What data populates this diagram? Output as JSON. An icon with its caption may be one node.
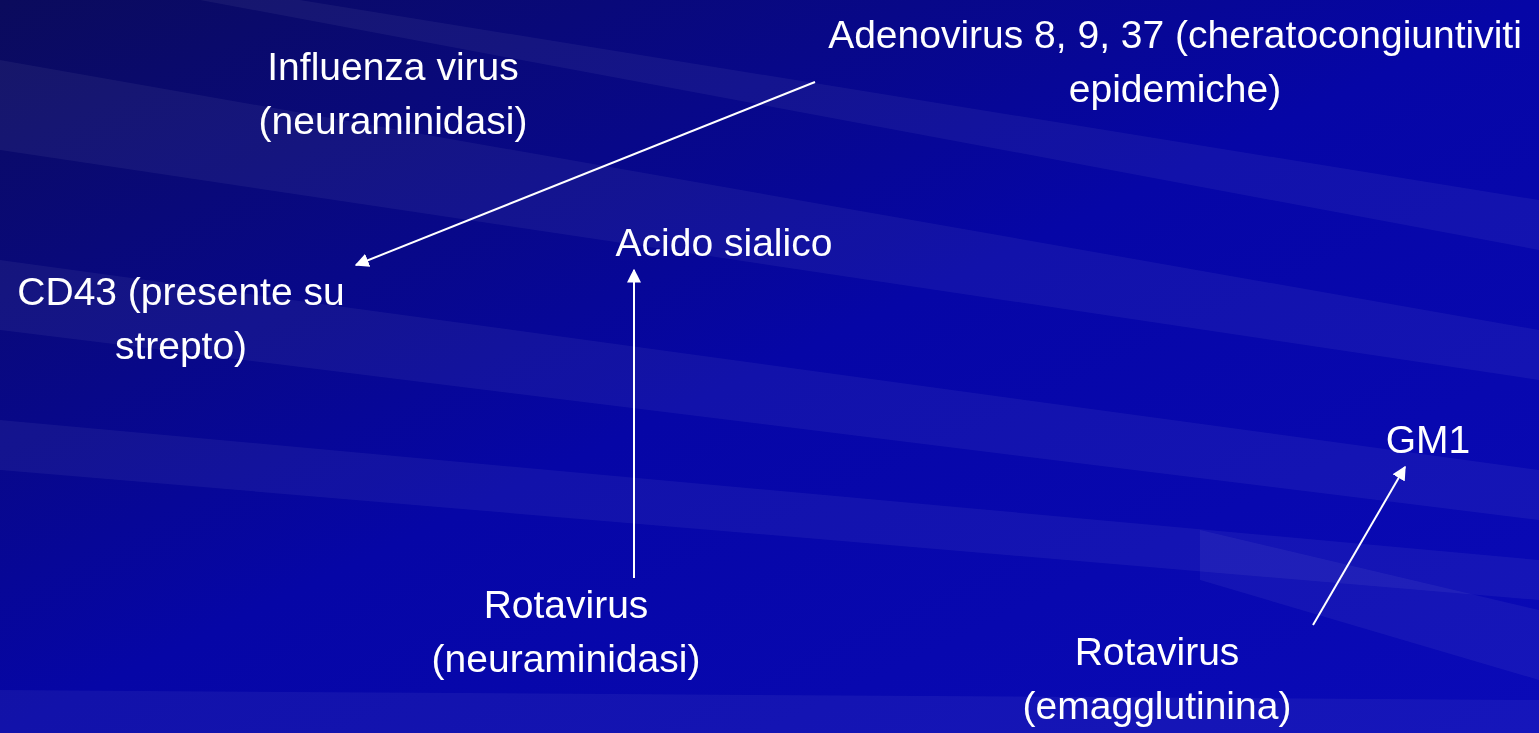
{
  "diagram": {
    "nodes": [
      {
        "text": [
          "Influenza virus (neuraminidasi)"
        ]
      },
      {
        "text": [
          "Adenovirus 8, 9, 37 (cheratocongiuntiviti epidemiche)"
        ]
      },
      {
        "text": [
          "CD43 (presente su strepto)"
        ]
      },
      {
        "text": [
          "Acido sialico"
        ]
      },
      {
        "text": [
          "GM1"
        ]
      },
      {
        "text": [
          "Rotavirus (neuraminidasi)"
        ]
      },
      {
        "text": [
          "Rotavirus (emagglutinina)"
        ]
      }
    ],
    "edges": [
      {
        "from": 1,
        "to": 2,
        "arrow": "to"
      },
      {
        "from": 5,
        "to": 3,
        "arrow": "to"
      },
      {
        "from": 6,
        "to": 4,
        "arrow": "to"
      }
    ]
  }
}
